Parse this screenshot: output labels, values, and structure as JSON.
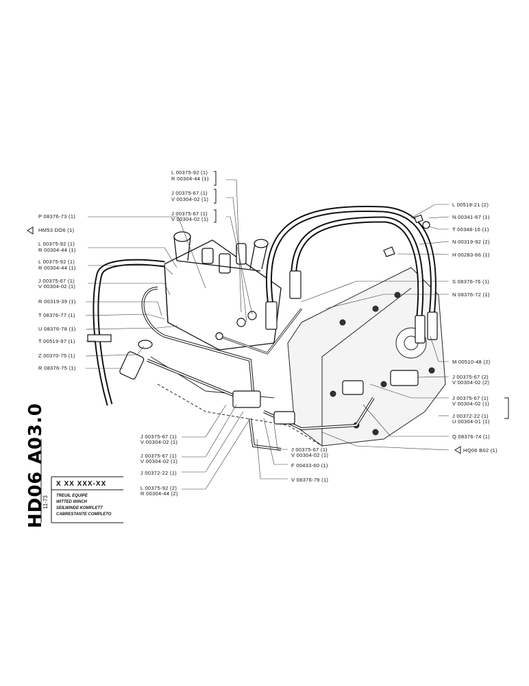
{
  "drawing": {
    "code": "HD06 A03.0",
    "number": "X XX XXX-XX",
    "revision": "11-73",
    "titles": [
      "TREUIL EQUIPE",
      "WITTED WINCH",
      "SEILWINDE KOMPLETT",
      "CABRESTANTE COMPLETO"
    ]
  },
  "labels": {
    "l1": "L 00375-92 (1)",
    "l2": "R 00304-44 (1)",
    "l3": "J 00375-67 (1)",
    "l4": "V 00304-02 (1)",
    "l5": "J 00375-67 (1)",
    "l6": "V 00304-02 (1)",
    "l7": "P 08376-73 (1)",
    "l8": "HM53 DO6 (1)",
    "l9": "L 00375-92 (1)",
    "l10": "R 00304-44 (1)",
    "l11": "L 00375-92 (1)",
    "l12": "R 00304-44 (1)",
    "l13": "J 00375-67 (1)",
    "l14": "V 00304-02 (1)",
    "l15": "R 00319-39 (1)",
    "l16": "T 08376-77 (1)",
    "l17": "U 08376-78 (1)",
    "l18": "T 00519-97 (1)",
    "l19": "Z 00370-75 (1)",
    "l20": "R 08376-75 (1)",
    "r1": "L 00519-21 (2)",
    "r2": "N 00341-67 (1)",
    "r3": "T 00348-16 (1)",
    "r4": "N 00319-92 (2)",
    "r5": "H 00283-66 (1)",
    "r6": "S 08376-76 (1)",
    "r7": "N 08376-72 (1)",
    "r8": "M 00510-48 (2)",
    "r9": "J 00375-67 (2)",
    "r10": "V 00304-02 (2)",
    "r11": "J 00375-67 (1)",
    "r12": "V 00304-02 (1)",
    "r13": "J 00372-22 (1)",
    "r14": "U 00304-01 (1)",
    "r15": "Q 08376-74 (1)",
    "r16": "HQ06 B02 (1)",
    "b1": "J 00375-67 (1)",
    "b2": "V 00304-02 (1)",
    "b3": "J 00375-67 (1)",
    "b4": "V 00304-02 (1)",
    "b5": "J 00372-22 (1)",
    "b6": "L 00375-92 (2)",
    "b7": "R 00304-44 (2)",
    "b8": "J 00375-67 (1)",
    "b9": "V 00304-02 (1)",
    "b10": "F 00433-60 (1)",
    "b11": "V 08376-79 (1)"
  }
}
